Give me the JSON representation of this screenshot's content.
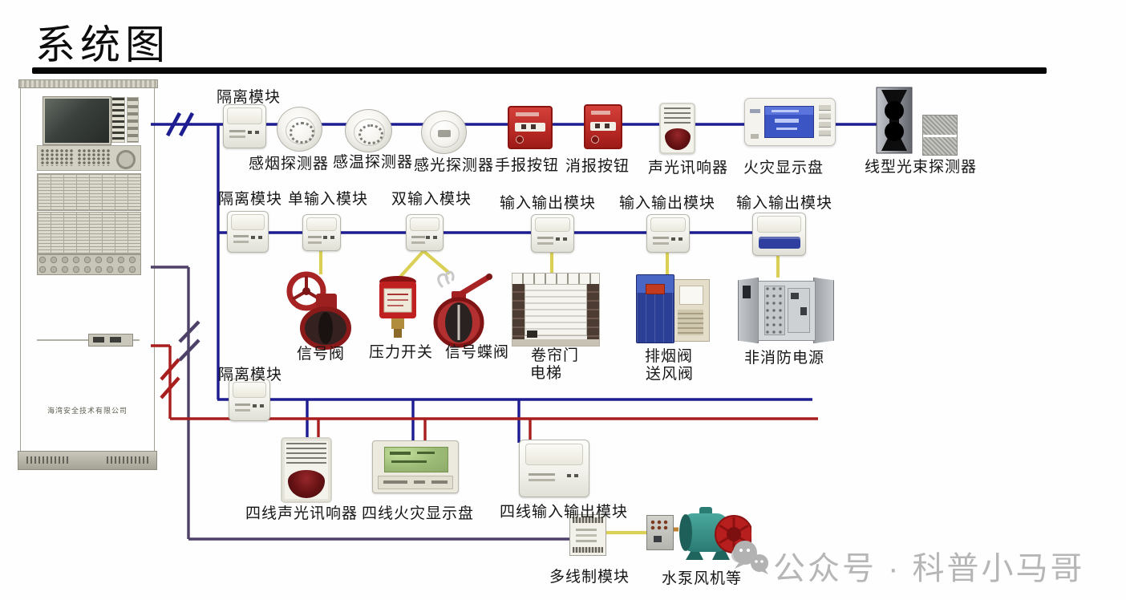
{
  "title": "系统图",
  "panel": {
    "brand": "海湾安全技术有限公司"
  },
  "row1": {
    "iso": "隔离模块",
    "labels": [
      "感烟探测器",
      "感温探测器",
      "感光探测器",
      "手报按钮",
      "消报按钮",
      "声光讯响器",
      "火灾显示盘",
      "线型光束探测器"
    ]
  },
  "row2": {
    "iso": "隔离模块",
    "modules": [
      "单输入模块",
      "双输入模块",
      "输入输出模块",
      "输入输出模块",
      "输入输出模块"
    ],
    "devices": [
      "信号阀",
      "压力开关",
      "信号蝶阀",
      "卷帘门",
      "电梯",
      "排烟阀",
      "送风阀",
      "非消防电源"
    ]
  },
  "row3": {
    "iso": "隔离模块",
    "labels": [
      "四线声光讯响器",
      "四线火灾显示盘",
      "四线输入输出模块",
      "多线制模块",
      "水泵风机等"
    ]
  },
  "watermark": {
    "text": "公众号 · 科普小马哥"
  },
  "colors": {
    "loop_blue": "#1d1d91",
    "power_red": "#a81e1e",
    "multiline_purple": "#4e4168",
    "control_yellow": "#d9d055"
  }
}
